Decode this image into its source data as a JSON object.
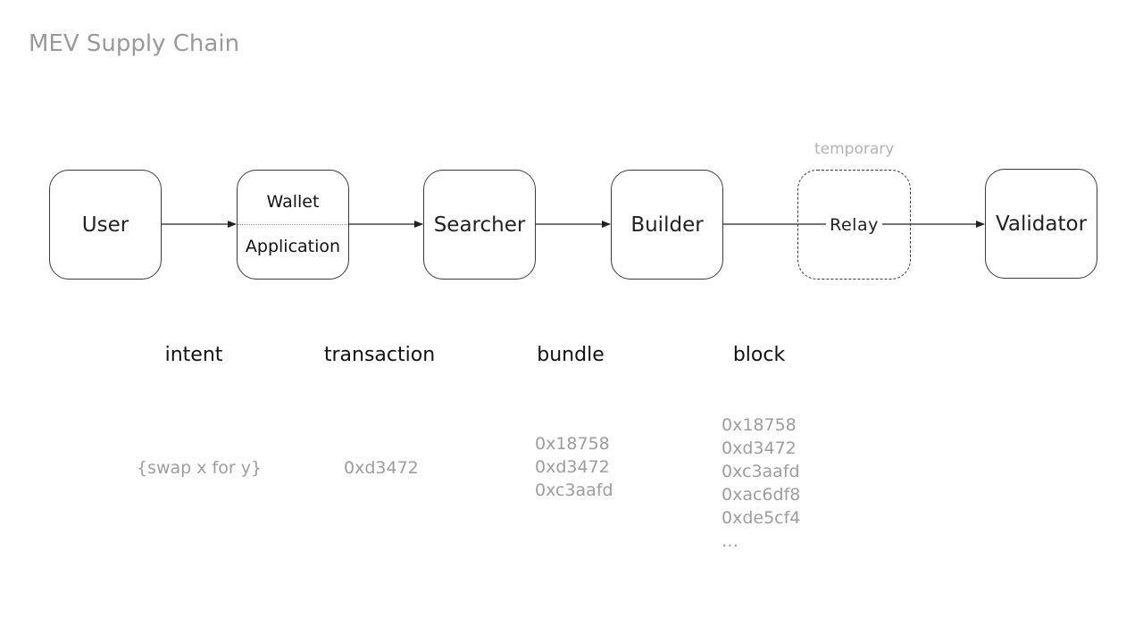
{
  "title": "MEV Supply Chain",
  "nodes": {
    "user": "User",
    "wallet": "Wallet",
    "application": "Application",
    "searcher": "Searcher",
    "builder": "Builder",
    "relay": "Relay",
    "validator": "Validator"
  },
  "relay_note": "temporary",
  "stages": {
    "intent": {
      "label": "intent",
      "example": "{swap x for y}"
    },
    "transaction": {
      "label": "transaction",
      "example": "0xd3472"
    },
    "bundle": {
      "label": "bundle",
      "items": [
        "0x18758",
        "0xd3472",
        "0xc3aafd"
      ]
    },
    "block": {
      "label": "block",
      "items": [
        "0x18758",
        "0xd3472",
        "0xc3aafd",
        "0xac6df8",
        "0xde5cf4",
        "…"
      ]
    }
  },
  "colors": {
    "title": "#9a9a9a",
    "box_border": "#3a3a3a",
    "example_text": "#9d9d9d",
    "note_text": "#b3b3b3"
  }
}
